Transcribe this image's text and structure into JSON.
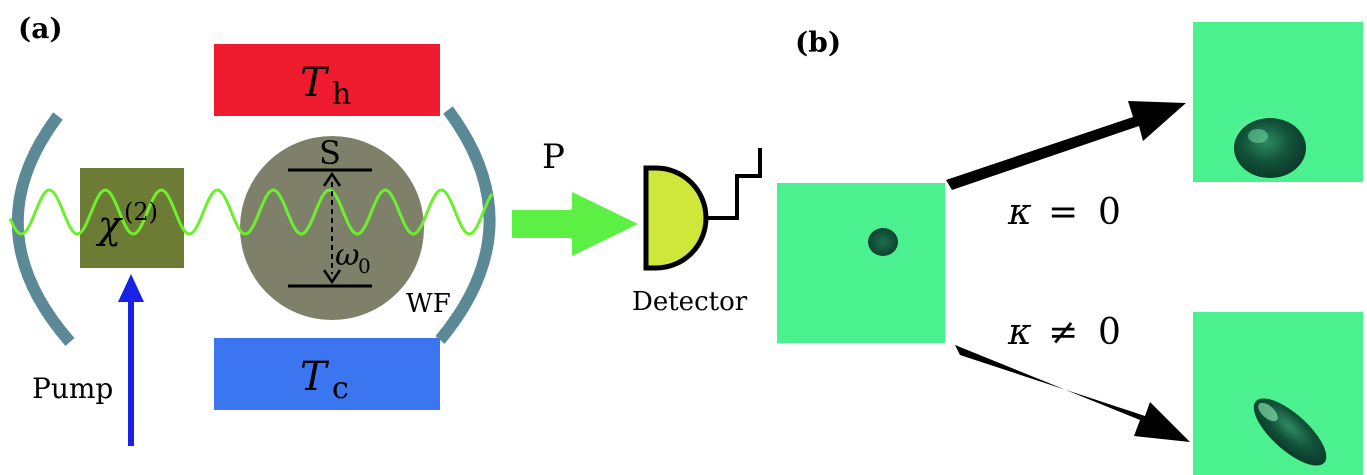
{
  "panels": {
    "a": {
      "label": "(a)"
    },
    "b": {
      "label": "(b)"
    }
  },
  "components": {
    "hot_bath": {
      "symbol": "T",
      "subscript": "h",
      "color": "#ee1c2e"
    },
    "cold_bath": {
      "symbol": "T",
      "subscript": "c",
      "color": "#3c75f0"
    },
    "nonlinear_crystal": {
      "symbol": "χ",
      "superscript": "(2)",
      "color": "#6d7c34"
    },
    "working_fluid": {
      "label": "WF",
      "color": "#7e806a"
    },
    "system_label": "S",
    "frequency": {
      "symbol": "ω",
      "subscript": "0"
    },
    "pump": {
      "label": "Pump",
      "color": "#1a22e8"
    },
    "probe": {
      "label": "P",
      "color": "#5cef44"
    },
    "detector": {
      "label": "Detector",
      "color": "#cfe73a"
    },
    "mirror_color": "#5b8a96",
    "light_wave_color": "#6cf02e"
  },
  "outcomes": {
    "background_color": "#4bf08f",
    "kappa_zero": {
      "symbol": "κ",
      "relation": "=",
      "value": "0"
    },
    "kappa_nonzero": {
      "symbol": "κ",
      "relation": "≠",
      "value": "0"
    }
  }
}
